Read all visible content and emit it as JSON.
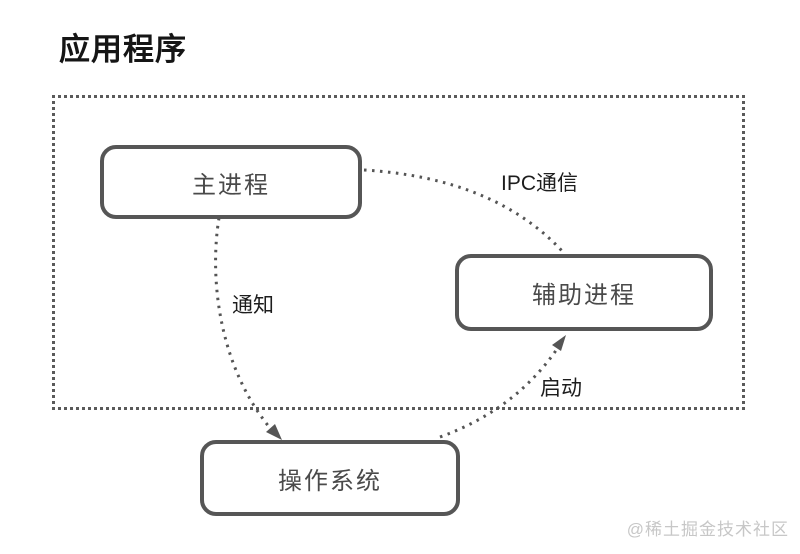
{
  "title": "应用程序",
  "nodes": {
    "main_process": {
      "label": "主进程"
    },
    "helper_process": {
      "label": "辅助进程"
    },
    "operating_system": {
      "label": "操作系统"
    }
  },
  "edges": {
    "ipc": {
      "label": "IPC通信",
      "from": "main_process",
      "to": "helper_process",
      "style": "dotted",
      "arrow": "none"
    },
    "notify": {
      "label": "通知",
      "from": "main_process",
      "to": "operating_system",
      "style": "dotted",
      "arrow": "end"
    },
    "launch": {
      "label": "启动",
      "from": "operating_system",
      "to": "helper_process",
      "style": "dotted",
      "arrow": "end"
    }
  },
  "boundary": {
    "contains": [
      "main_process",
      "helper_process"
    ],
    "style": "dotted"
  },
  "watermark": "@稀土掘金技术社区",
  "colors": {
    "background": "#ffffff",
    "title_text": "#151515",
    "node_border": "#565656",
    "node_text": "#4a4a4a",
    "boundary_border": "#5a5a5a",
    "edge_stroke": "#555555",
    "edge_label_text": "#1d1d1d",
    "watermark_text": "#c7c7c7"
  }
}
